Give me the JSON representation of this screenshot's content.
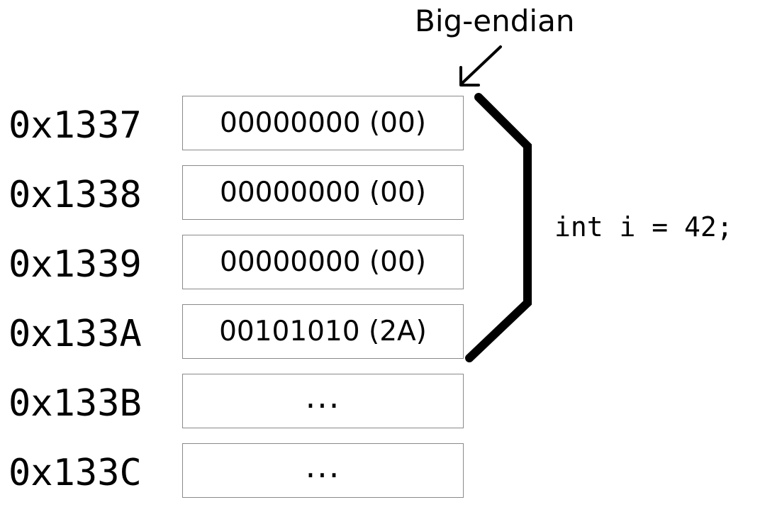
{
  "title": "Big-endian",
  "code_label": "int i = 42;",
  "memory": [
    {
      "address": "0x1337",
      "value": "00000000 (00)"
    },
    {
      "address": "0x1338",
      "value": "00000000 (00)"
    },
    {
      "address": "0x1339",
      "value": "00000000 (00)"
    },
    {
      "address": "0x133A",
      "value": "00101010 (2A)"
    },
    {
      "address": "0x133B",
      "value": "..."
    },
    {
      "address": "0x133C",
      "value": "..."
    }
  ],
  "colors": {
    "text": "#000000",
    "cell_border": "#8a8a8a",
    "background": "#ffffff"
  }
}
